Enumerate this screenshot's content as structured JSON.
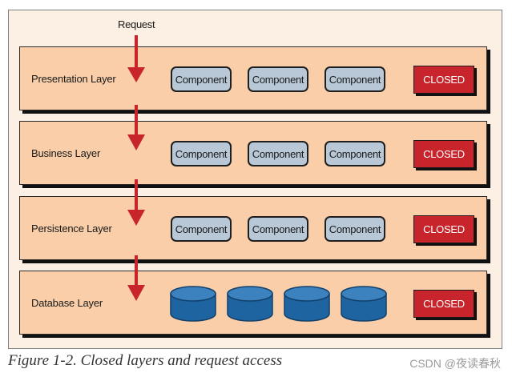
{
  "diagram": {
    "request_label": "Request",
    "component_label": "Component",
    "closed_label": "CLOSED",
    "colors": {
      "background": "#fcefe3",
      "layer_fill": "#f9cea8",
      "component_fill": "#b9c8d7",
      "closed_fill": "#c8242b",
      "arrow": "#c8242b",
      "database": "#2d73ad"
    },
    "layers": [
      {
        "label": "Presentation Layer",
        "contents": "components",
        "count": 3
      },
      {
        "label": "Business Layer",
        "contents": "components",
        "count": 3
      },
      {
        "label": "Persistence Layer",
        "contents": "components",
        "count": 3
      },
      {
        "label": "Database Layer",
        "contents": "databases",
        "count": 4
      }
    ]
  },
  "caption": "Figure 1-2. Closed layers and request access",
  "watermark": "CSDN @夜读春秋"
}
